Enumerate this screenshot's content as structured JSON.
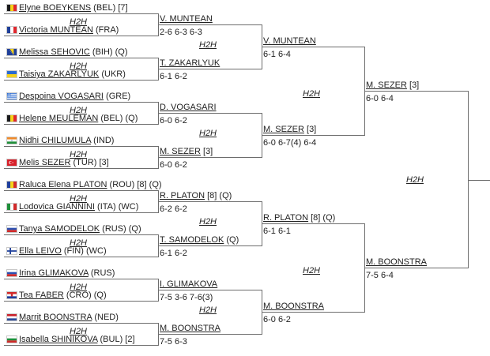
{
  "h2h_label": "H2H",
  "round1": [
    {
      "flag": "BEL",
      "name": "Elyne BOEYKENS",
      "suffix": " (BEL) [7]"
    },
    {
      "flag": "FRA",
      "name": "Victoria MUNTEAN",
      "suffix": " (FRA)"
    },
    {
      "flag": "BIH",
      "name": "Melissa SEHOVIC",
      "suffix": " (BIH) (Q)"
    },
    {
      "flag": "UKR",
      "name": "Taisiya ZAKARLYUK",
      "suffix": " (UKR)"
    },
    {
      "flag": "GRE",
      "name": "Despoina VOGASARI",
      "suffix": " (GRE)"
    },
    {
      "flag": "BEL",
      "name": "Helene MEULEMAN",
      "suffix": " (BEL) (Q)"
    },
    {
      "flag": "IND",
      "name": "Nidhi CHILUMULA",
      "suffix": " (IND)"
    },
    {
      "flag": "TUR",
      "name": "Melis SEZER",
      "suffix": " (TUR) [3]"
    },
    {
      "flag": "ROU",
      "name": "Raluca Elena PLATON",
      "suffix": " (ROU) [8] (Q)"
    },
    {
      "flag": "ITA",
      "name": "Lodovica GIANNINI",
      "suffix": " (ITA) (WC)"
    },
    {
      "flag": "RUS",
      "name": "Tanya SAMODELOK",
      "suffix": " (RUS) (Q)"
    },
    {
      "flag": "FIN",
      "name": "Ella LEIVO",
      "suffix": " (FIN) (WC)"
    },
    {
      "flag": "RUS",
      "name": "Irina GLIMAKOVA",
      "suffix": " (RUS)"
    },
    {
      "flag": "CRO",
      "name": "Tea FABER",
      "suffix": " (CRO) (Q)"
    },
    {
      "flag": "NED",
      "name": "Marrit BOONSTRA",
      "suffix": " (NED)"
    },
    {
      "flag": "BUL",
      "name": "Isabella SHINIKOVA",
      "suffix": " (BUL) [2]"
    }
  ],
  "round2": [
    {
      "name": "V. MUNTEAN",
      "suffix": "",
      "score": "2-6 6-3 6-3"
    },
    {
      "name": "T. ZAKARLYUK",
      "suffix": "",
      "score": "6-1 6-2"
    },
    {
      "name": "D. VOGASARI",
      "suffix": "",
      "score": "6-0 6-2"
    },
    {
      "name": "M. SEZER",
      "suffix": " [3]",
      "score": "6-0 6-2"
    },
    {
      "name": "R. PLATON",
      "suffix": " [8] (Q)",
      "score": "6-2 6-2"
    },
    {
      "name": "T. SAMODELOK",
      "suffix": " (Q)",
      "score": "6-1 6-2"
    },
    {
      "name": "I. GLIMAKOVA",
      "suffix": "",
      "score": "7-5 3-6 7-6(3)"
    },
    {
      "name": "M. BOONSTRA",
      "suffix": "",
      "score": "7-5 6-3"
    }
  ],
  "round3": [
    {
      "name": "V. MUNTEAN",
      "suffix": "",
      "score": "6-1 6-4"
    },
    {
      "name": "M. SEZER",
      "suffix": " [3]",
      "score": "6-0 6-7(4) 6-4"
    },
    {
      "name": "R. PLATON",
      "suffix": " [8] (Q)",
      "score": "6-1 6-1"
    },
    {
      "name": "M. BOONSTRA",
      "suffix": "",
      "score": "6-0 6-2"
    }
  ],
  "round4": [
    {
      "name": "M. SEZER",
      "suffix": " [3]",
      "score": "6-0 6-4"
    },
    {
      "name": "M. BOONSTRA",
      "suffix": "",
      "score": "7-5 6-4"
    }
  ]
}
